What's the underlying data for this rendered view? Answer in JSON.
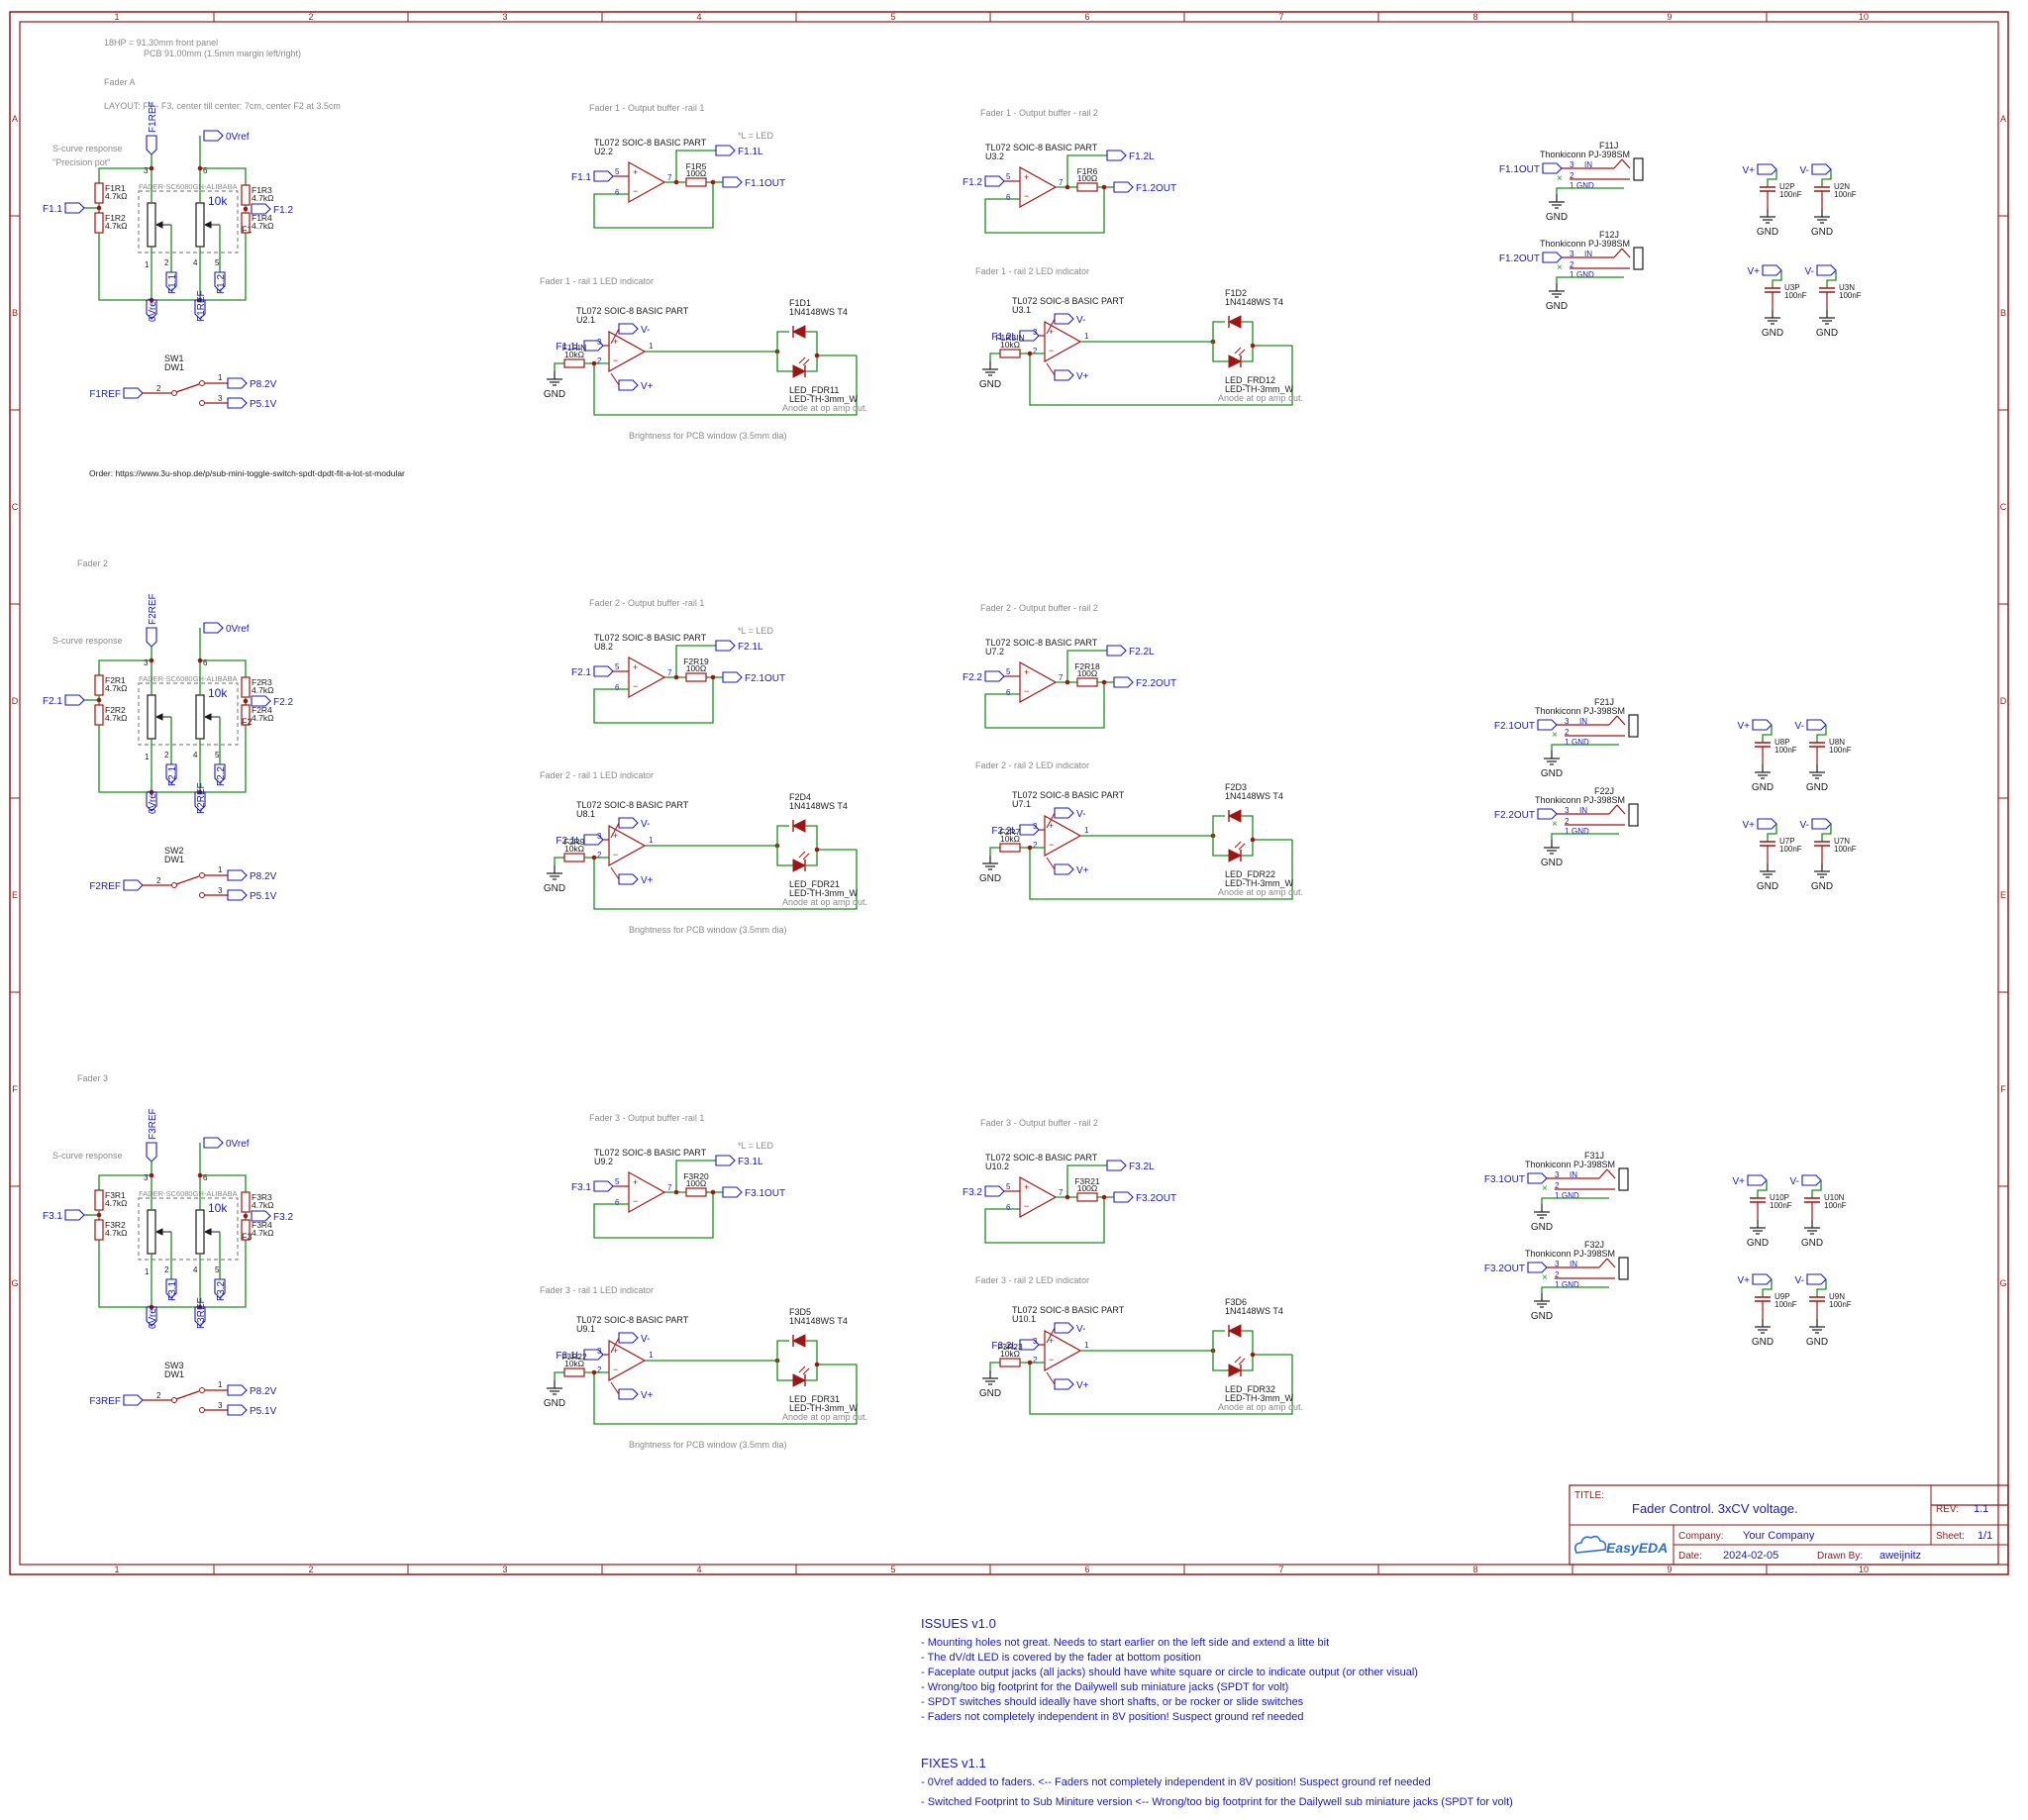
{
  "columns": [
    "1",
    "2",
    "3",
    "4",
    "5",
    "6",
    "7",
    "8",
    "9",
    "10"
  ],
  "rows": [
    "A",
    "B",
    "C",
    "D",
    "E",
    "F",
    "G"
  ],
  "header_notes": [
    "18HP = 91.30mm front panel",
    "PCB 91.00mm (1.5mm margin left/right)"
  ],
  "layout_note": "LAYOUT: F1 - F3, center till center: 7cm, center F2 at 3.5cm",
  "order_note": "Order: https://www.3u-shop.de/p/sub-mini-toggle-switch-spdt-dpdt-fit-a-lot-st-modular",
  "brightness_note": "Brightness for PCB window (3.5mm dia)",
  "anode_note": "Anode at op amp out.",
  "led_note": "*L = LED",
  "faders": [
    {
      "title": "Fader A",
      "response": "S-curve response",
      "response2": "\"Precision pot\"",
      "ref": "F1REF",
      "in": "F1.1",
      "out2": "F1.2",
      "r1": "F1R1",
      "r2": "F1R2",
      "r3": "F1R3",
      "r4": "F1R4",
      "rv": "4.7kΩ",
      "pot": "FADER-SC6080GH-ALIBABA",
      "potval": "10k",
      "potname": "F1",
      "zvref": "0Vref",
      "sw": "SW1",
      "swval": "DW1",
      "p8": "P8.2V",
      "p5": "P5.1V",
      "b1": {
        "title": "Fader 1 - Output buffer -rail 1",
        "part": "TL072 SOIC-8 BASIC PART",
        "u": "U2.2",
        "in": "F1.1",
        "l": "F1.1L",
        "out": "F1.1OUT",
        "r": "F1R5",
        "rv": "100Ω"
      },
      "b2": {
        "title": "Fader 1 - Output buffer - rail 2",
        "part": "TL072 SOIC-8 BASIC PART",
        "u": "U3.2",
        "in": "F1.2",
        "l": "F1.2L",
        "out": "F1.2OUT",
        "r": "F1R6",
        "rv": "100Ω"
      },
      "l1": {
        "title": "Fader 1 - rail 1 LED indicator",
        "part": "TL072 SOIC-8 BASIC PART",
        "u": "U2.1",
        "r": "F1RIN",
        "rv": "10kΩ",
        "in": "F1.1L",
        "d": "F1D1",
        "dv": "1N4148WS T4",
        "led": "LED_FDR11",
        "ledv": "LED-TH-3mm_W"
      },
      "l2": {
        "title": "Fader 1 - rail 2 LED indicator",
        "part": "TL072 SOIC-8 BASIC PART",
        "u": "U3.1",
        "r": "F1R3IN",
        "rv": "10kΩ",
        "in": "F1.2L",
        "d": "F1D2",
        "dv": "1N4148WS T4",
        "led": "LED_FRD12",
        "ledv": "LED-TH-3mm_W"
      },
      "j1": {
        "name": "F11J",
        "part": "Thonkiconn PJ-398SM",
        "net": "F1.1OUT"
      },
      "j2": {
        "name": "F12J",
        "part": "Thonkiconn PJ-398SM",
        "net": "F1.2OUT"
      },
      "c": [
        {
          "v": "V+",
          "n": "U2P"
        },
        {
          "v": "V-",
          "n": "U2N"
        },
        {
          "v": "V+",
          "n": "U3P"
        },
        {
          "v": "V-",
          "n": "U3N"
        }
      ]
    },
    {
      "title": "Fader 2",
      "response": "S-curve response",
      "response2": "",
      "ref": "F2REF",
      "in": "F2.1",
      "out2": "F2.2",
      "r1": "F2R1",
      "r2": "F2R2",
      "r3": "F2R3",
      "r4": "F2R4",
      "rv": "4.7kΩ",
      "pot": "FADER-SC6080GH-ALIBABA",
      "potval": "10k",
      "potname": "F2",
      "zvref": "0Vref",
      "sw": "SW2",
      "swval": "DW1",
      "p8": "P8.2V",
      "p5": "P5.1V",
      "b1": {
        "title": "Fader 2 - Output buffer -rail 1",
        "part": "TL072 SOIC-8 BASIC PART",
        "u": "U8.2",
        "in": "F2.1",
        "l": "F2.1L",
        "out": "F2.1OUT",
        "r": "F2R19",
        "rv": "100Ω"
      },
      "b2": {
        "title": "Fader 2 - Output buffer - rail 2",
        "part": "TL072 SOIC-8 BASIC PART",
        "u": "U7.2",
        "in": "F2.2",
        "l": "F2.2L",
        "out": "F2.2OUT",
        "r": "F2R18",
        "rv": "100Ω"
      },
      "l1": {
        "title": "Fader 2 - rail 1 LED indicator",
        "part": "TL072 SOIC-8 BASIC PART",
        "u": "U8.1",
        "r": "F2R9",
        "rv": "10kΩ",
        "in": "F2.1L",
        "d": "F2D4",
        "dv": "1N4148WS T4",
        "led": "LED_FDR21",
        "ledv": "LED-TH-3mm_W"
      },
      "l2": {
        "title": "Fader 2 - rail 2 LED indicator",
        "part": "TL072 SOIC-8 BASIC PART",
        "u": "U7.1",
        "r": "F2R7",
        "rv": "10kΩ",
        "in": "F2.2L",
        "d": "F2D3",
        "dv": "1N4148WS T4",
        "led": "LED_FDR22",
        "ledv": "LED-TH-3mm_W"
      },
      "j1": {
        "name": "F21J",
        "part": "Thonkiconn PJ-398SM",
        "net": "F2.1OUT"
      },
      "j2": {
        "name": "F22J",
        "part": "Thonkiconn PJ-398SM",
        "net": "F2.2OUT"
      },
      "c": [
        {
          "v": "V+",
          "n": "U8P"
        },
        {
          "v": "V-",
          "n": "U8N"
        },
        {
          "v": "V+",
          "n": "U7P"
        },
        {
          "v": "V-",
          "n": "U7N"
        }
      ]
    },
    {
      "title": "Fader 3",
      "response": "S-curve response",
      "response2": "",
      "ref": "F3REF",
      "in": "F3.1",
      "out2": "F3.2",
      "r1": "F3R1",
      "r2": "F3R2",
      "r3": "F3R3",
      "r4": "F3R4",
      "rv": "4.7kΩ",
      "pot": "FADER-SC6080GH-ALIBABA",
      "potval": "10k",
      "potname": "F3",
      "zvref": "0Vref",
      "sw": "SW3",
      "swval": "DW1",
      "p8": "P8.2V",
      "p5": "P5.1V",
      "b1": {
        "title": "Fader 3 - Output buffer -rail 1",
        "part": "TL072 SOIC-8 BASIC PART",
        "u": "U9.2",
        "in": "F3.1",
        "l": "F3.1L",
        "out": "F3.1OUT",
        "r": "F3R20",
        "rv": "100Ω"
      },
      "b2": {
        "title": "Fader 3 - Output buffer - rail 2",
        "part": "TL072 SOIC-8 BASIC PART",
        "u": "U10.2",
        "in": "F3.2",
        "l": "F3.2L",
        "out": "F3.2OUT",
        "r": "F3R21",
        "rv": "100Ω"
      },
      "l1": {
        "title": "Fader 3 - rail 1 LED indicator",
        "part": "TL072 SOIC-8 BASIC PART",
        "u": "U9.1",
        "r": "F3R22",
        "rv": "10kΩ",
        "in": "F3.1L",
        "d": "F3D5",
        "dv": "1N4148WS T4",
        "led": "LED_FDR31",
        "ledv": "LED-TH-3mm_W"
      },
      "l2": {
        "title": "Fader 3 - rail 2 LED indicator",
        "part": "TL072 SOIC-8 BASIC PART",
        "u": "U10.1",
        "r": "F3R23",
        "rv": "10kΩ",
        "in": "F3.2L",
        "d": "F3D6",
        "dv": "1N4148WS T4",
        "led": "LED_FDR32",
        "ledv": "LED-TH-3mm_W"
      },
      "j1": {
        "name": "F31J",
        "part": "Thonkiconn PJ-398SM",
        "net": "F3.1OUT"
      },
      "j2": {
        "name": "F32J",
        "part": "Thonkiconn PJ-398SM",
        "net": "F3.2OUT"
      },
      "c": [
        {
          "v": "V+",
          "n": "U10P"
        },
        {
          "v": "V-",
          "n": "U10N"
        },
        {
          "v": "V+",
          "n": "U9P"
        },
        {
          "v": "V-",
          "n": "U9N"
        }
      ]
    }
  ],
  "common": {
    "gnd": "GND",
    "vminus": "V-",
    "vplus": "V+",
    "cap": "100nF",
    "in": "IN",
    "gndpin": "GND"
  },
  "title_block": {
    "title_label": "TITLE:",
    "title": "Fader Control. 3xCV voltage.",
    "rev_label": "REV:",
    "rev": "1.1",
    "company_label": "Company:",
    "company": "Your Company",
    "sheet_label": "Sheet:",
    "sheet": "1/1",
    "date_label": "Date:",
    "date": "2024-02-05",
    "drawn_label": "Drawn By:",
    "drawn_by": "aweijnitz",
    "logo": "EasyEDA"
  },
  "issues": {
    "title": "ISSUES v1.0",
    "items": [
      "- Mounting holes not great. Needs to start earlier on the left side and extend a litte bit",
      "- The dV/dt LED is covered by the fader at bottom position",
      "- Faceplate output jacks (all jacks) should have white square or circle to indicate output (or other visual)",
      "- Wrong/too big footprint for the Dailywell sub miniature jacks (SPDT for volt)",
      "- SPDT switches should ideally have short shafts, or be rocker or slide switches",
      "- Faders not completely independent in 8V position! Suspect ground ref needed"
    ]
  },
  "fixes": {
    "title": "FIXES v1.1",
    "items": [
      "- 0Vref added to faders. <-- Faders not completely independent in 8V position! Suspect ground ref needed",
      "- Switched Footprint to Sub Miniture version <-- Wrong/too big footprint for the Dailywell sub miniature jacks (SPDT for volt)"
    ]
  },
  "colors": {
    "frame": "#8b1a1a",
    "wire": "#1e8c1e",
    "part": "#a01414",
    "net": "#1a1ab4",
    "note": "#8a8a8a",
    "label": "#1a1a1a"
  }
}
